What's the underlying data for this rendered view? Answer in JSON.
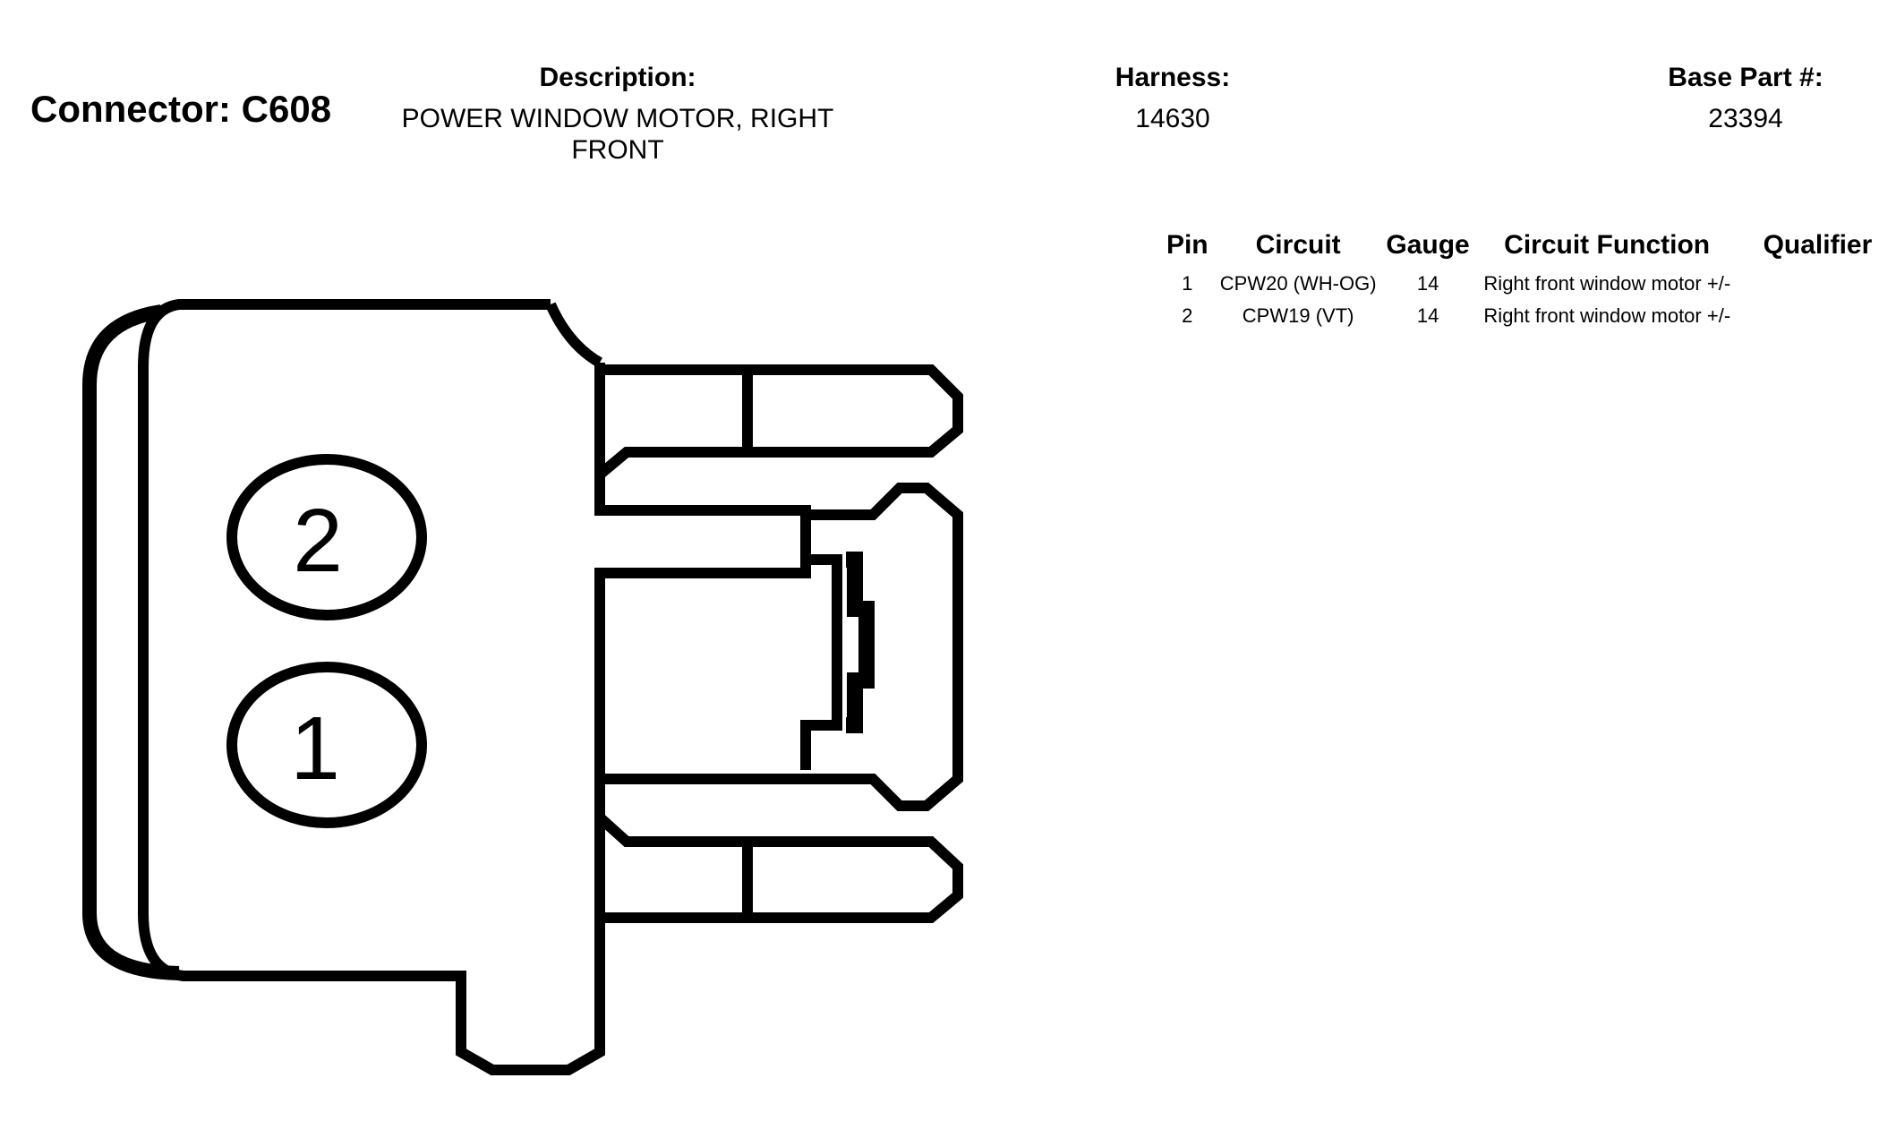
{
  "connector": {
    "title": "Connector: C608"
  },
  "description": {
    "label": "Description:",
    "value_line1": "POWER WINDOW MOTOR, RIGHT",
    "value_line2": "FRONT"
  },
  "harness": {
    "label": "Harness:",
    "value": "14630"
  },
  "base_part": {
    "label": "Base Part #:",
    "value": "23394"
  },
  "pin_table": {
    "headers": {
      "pin": "Pin",
      "circuit": "Circuit",
      "gauge": "Gauge",
      "function": "Circuit Function",
      "qualifier": "Qualifier"
    },
    "rows": [
      {
        "pin": "1",
        "circuit": "CPW20 (WH-OG)",
        "gauge": "14",
        "function": "Right front window motor +/-",
        "qualifier": ""
      },
      {
        "pin": "2",
        "circuit": "CPW19 (VT)",
        "gauge": "14",
        "function": "Right front window motor +/-",
        "qualifier": ""
      }
    ]
  },
  "diagram": {
    "pin_labels": [
      "2",
      "1"
    ],
    "stroke_color": "#000000",
    "fill_color": "#ffffff"
  }
}
